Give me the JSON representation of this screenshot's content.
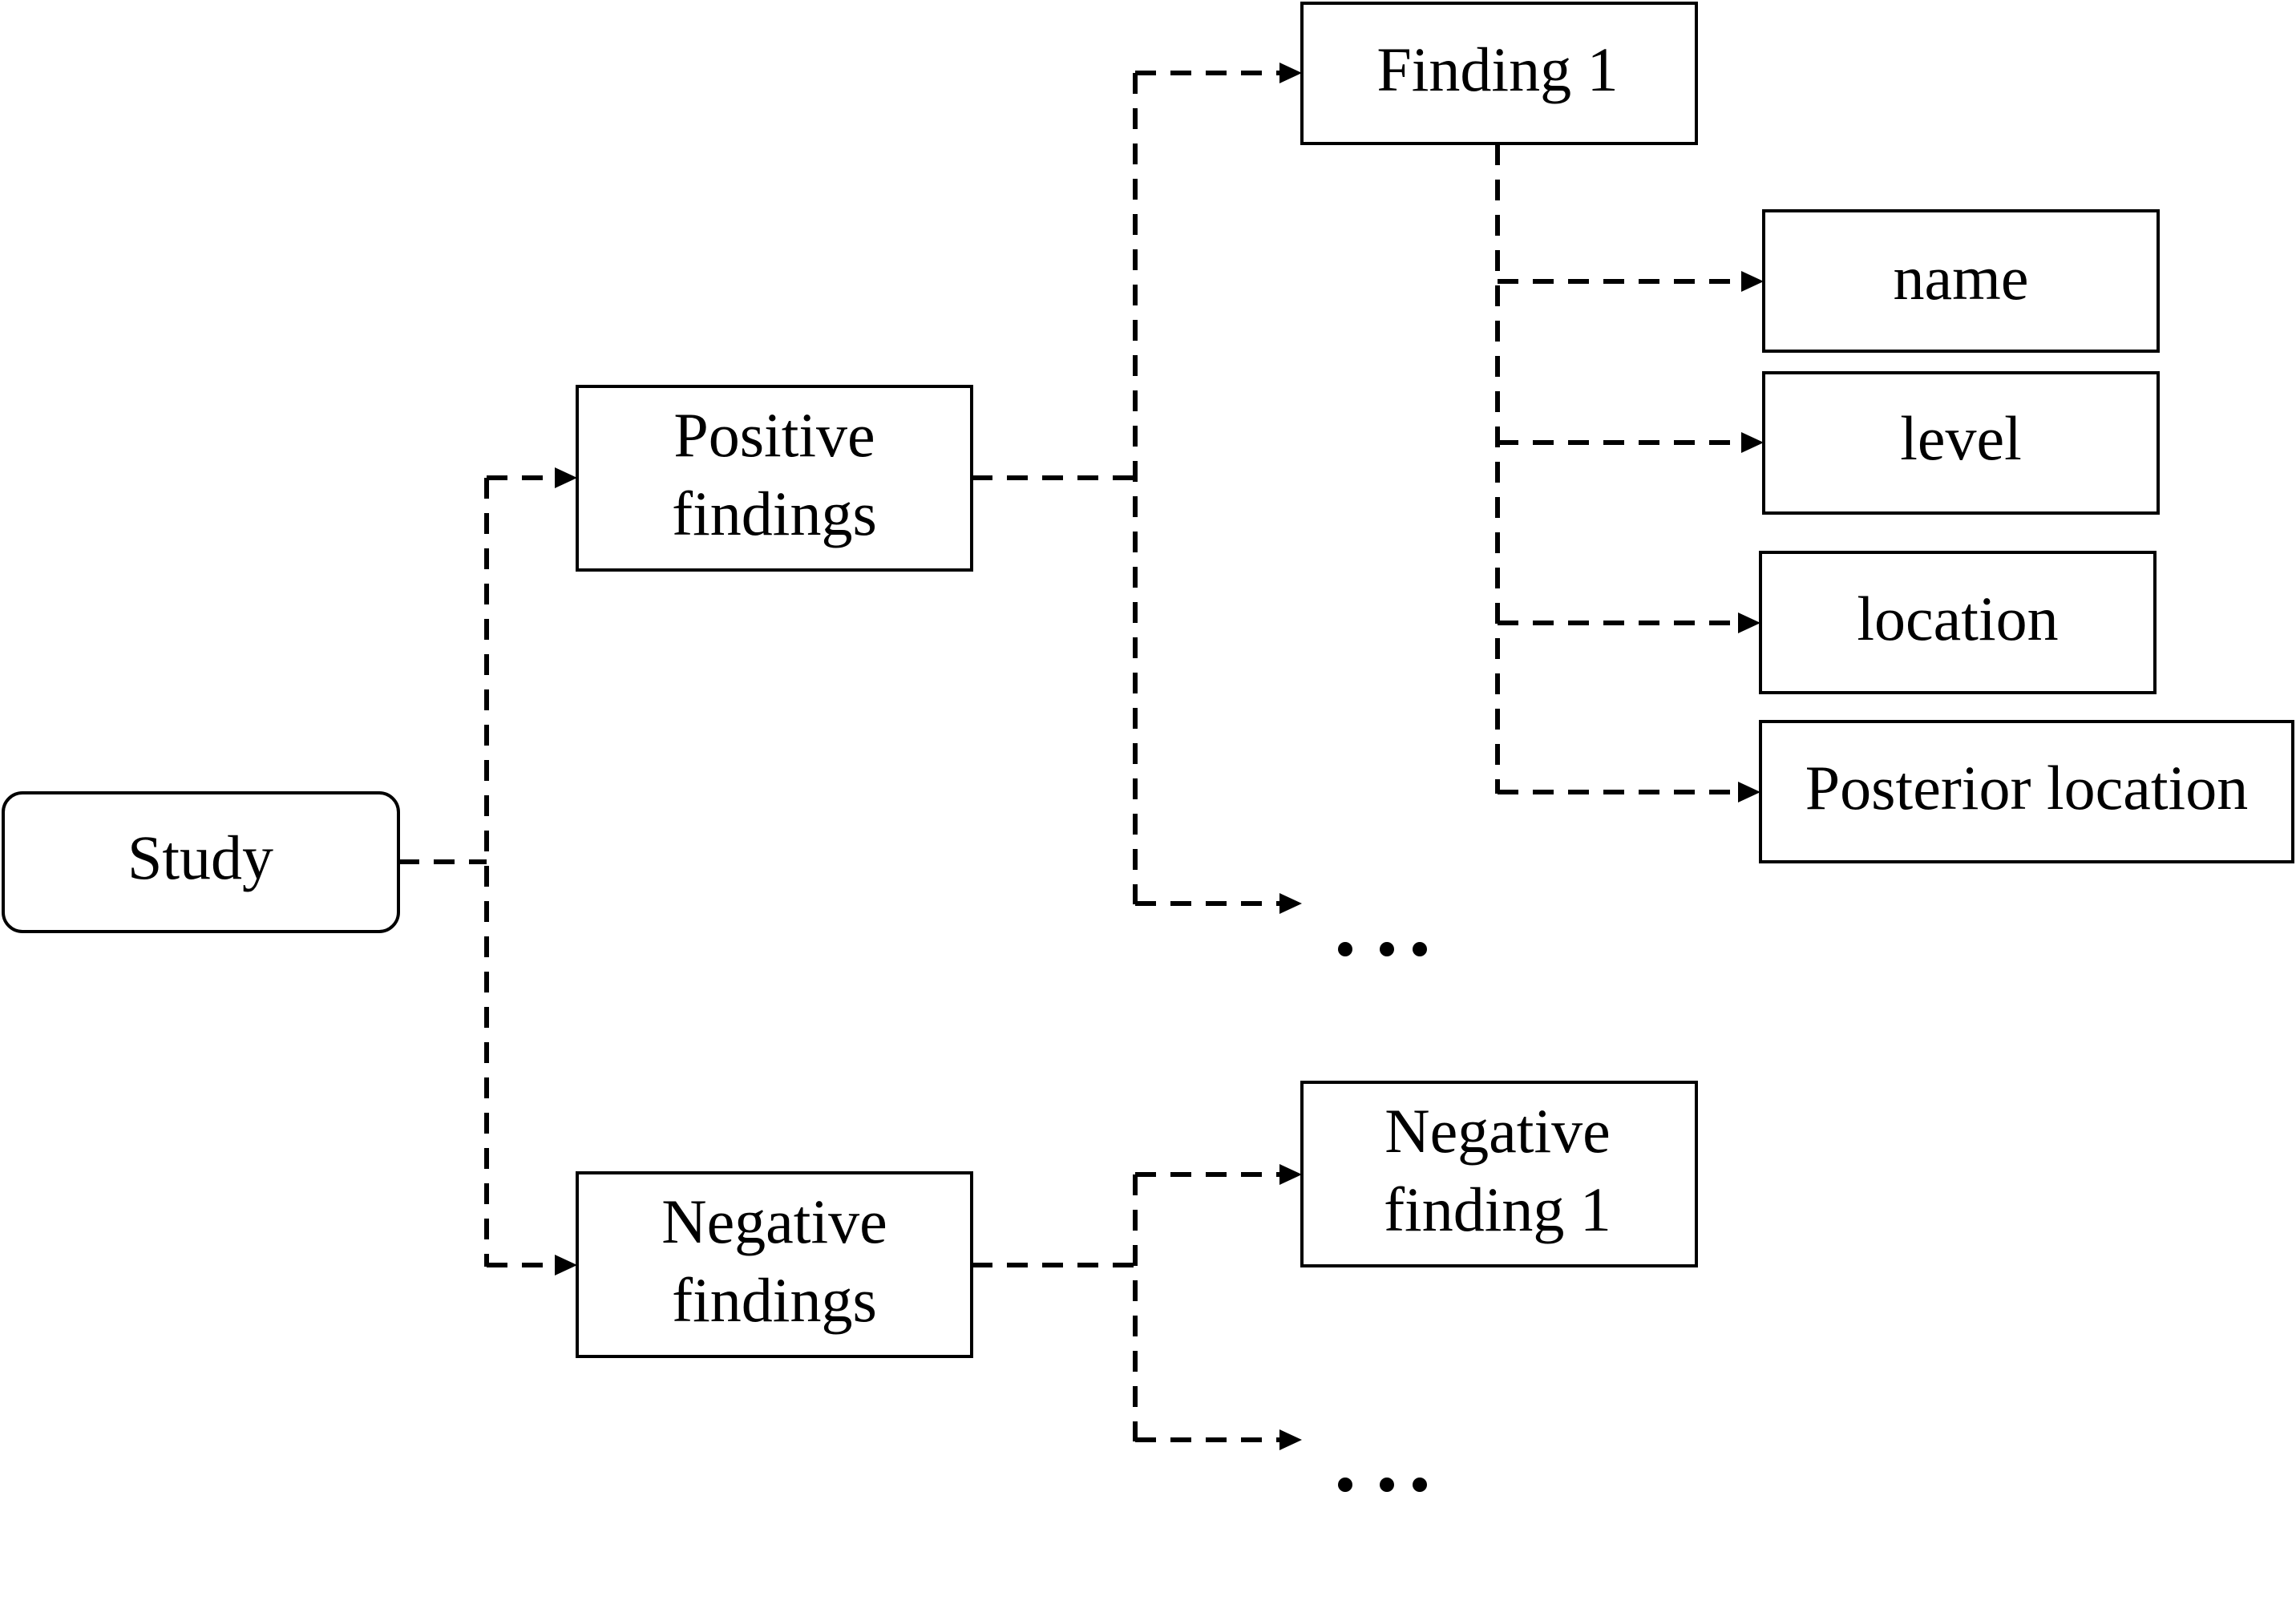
{
  "diagram": {
    "nodes": {
      "study": "Study",
      "positive_line1": "Positive",
      "positive_line2": "findings",
      "negative_line1": "Negative",
      "negative_line2": "findings",
      "finding1": "Finding 1",
      "name": "name",
      "level": "level",
      "location": "location",
      "posterior_location": "Posterior location",
      "negative_finding1_line1": "Negative",
      "negative_finding1_line2": "finding 1"
    },
    "line_color": "#000000",
    "box_border_color": "#000000",
    "background": "#ffffff"
  }
}
